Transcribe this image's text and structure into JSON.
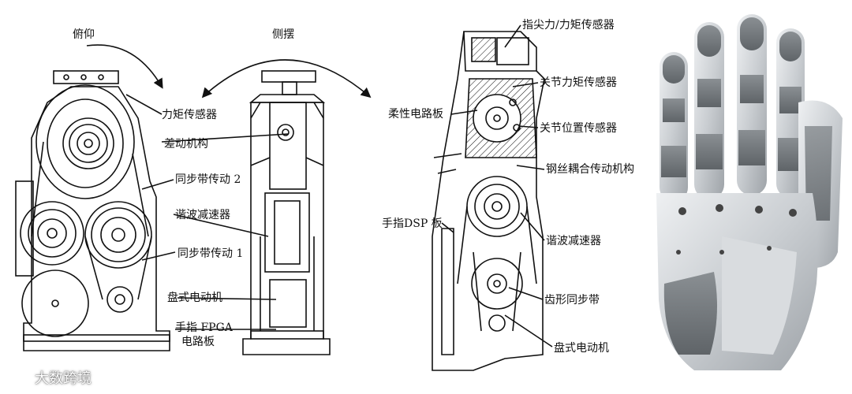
{
  "left_figure": {
    "rotation_labels": {
      "pitch": "俯仰",
      "yaw": "侧摆"
    },
    "labels": [
      {
        "id": "torque-sensor",
        "text": "力矩传感器"
      },
      {
        "id": "differential",
        "text": "差动机构"
      },
      {
        "id": "belt-2",
        "text": "同步带传动 2"
      },
      {
        "id": "harmonic",
        "text": "谐波减速器"
      },
      {
        "id": "belt-1",
        "text": "同步带传动 1"
      },
      {
        "id": "disc-motor",
        "text": "盘式电动机"
      },
      {
        "id": "fpga-1",
        "text": "手指 FPGA"
      },
      {
        "id": "fpga-2",
        "text": "电路板"
      }
    ]
  },
  "middle_figure": {
    "labels": [
      {
        "id": "tip-sensor",
        "text": "指尖力/力矩传感器"
      },
      {
        "id": "joint-torque",
        "text": "关节力矩传感器"
      },
      {
        "id": "flex-pcb",
        "text": "柔性电路板"
      },
      {
        "id": "joint-pos",
        "text": "关节位置传感器"
      },
      {
        "id": "wire-coupling",
        "text": "钢丝耦合传动机构"
      },
      {
        "id": "dsp",
        "text": "手指DSP 板"
      },
      {
        "id": "harmonic",
        "text": "谐波减速器"
      },
      {
        "id": "tooth-belt",
        "text": "齿形同步带"
      },
      {
        "id": "disc-motor",
        "text": "盘式电动机"
      }
    ]
  },
  "watermark": {
    "text": "大数跨境",
    "icon": "brand-logo-icon"
  },
  "colors": {
    "robot_silver": "#c9cdd1",
    "robot_dark": "#6e7377",
    "line": "#111111"
  }
}
